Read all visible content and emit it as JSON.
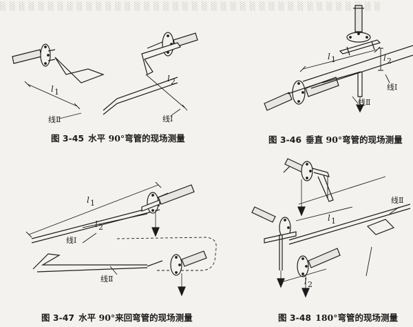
{
  "figures": [
    {
      "id": "3-45",
      "number": "图 3-45",
      "caption": "水平 90°弯管的现场测量",
      "labels": {
        "l1": "l",
        "l1_sub": "1",
        "l2": "l",
        "l2_sub": "2",
        "line1": "线Ⅰ",
        "line2": "线Ⅱ"
      }
    },
    {
      "id": "3-46",
      "number": "图 3-46",
      "caption": "垂直 90°弯管的现场测量",
      "labels": {
        "l1": "l",
        "l1_sub": "1",
        "l2": "l",
        "l2_sub": "2",
        "line1": "线Ⅰ",
        "line2": "线Ⅱ"
      }
    },
    {
      "id": "3-47",
      "number": "图 3-47",
      "caption": "水平 90°来回弯管的现场测量",
      "labels": {
        "l1": "l",
        "l1_sub": "1",
        "l2": "l",
        "l2_sub": "2",
        "line1": "线Ⅰ",
        "line2": "线Ⅱ"
      }
    },
    {
      "id": "3-48",
      "number": "图 3-48",
      "caption": "180°弯管的现场测量",
      "labels": {
        "l1": "l",
        "l1_sub": "1",
        "l2": "l",
        "l2_sub": "2",
        "line2": "线Ⅱ"
      }
    }
  ],
  "colors": {
    "ink": "#1c1c1c",
    "paper": "#f4f2ee",
    "ghost_text": "#b9b6b0"
  }
}
